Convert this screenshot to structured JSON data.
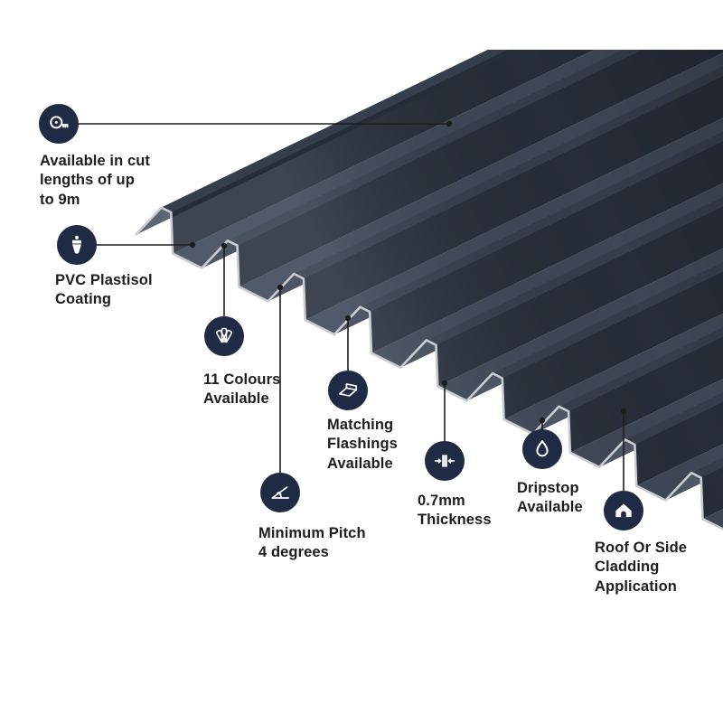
{
  "colors": {
    "background": "#ffffff",
    "badge": "#1f2a44",
    "text": "#1d1d1f",
    "connector": "#1d1d1f",
    "sheet_up_face": "#4e5666",
    "sheet_top_face": "#363d4b",
    "sheet_down_face": "#272d38",
    "sheet_valley_face": "#3f4757",
    "sheet_edge": "#c9ccd1"
  },
  "callouts": [
    {
      "icon": "tape-measure-icon",
      "label": "Available in cut\nlengths of up\nto 9m"
    },
    {
      "icon": "paintbrush-icon",
      "label": "PVC Plastisol\nCoating"
    },
    {
      "icon": "colour-swatches-icon",
      "label": "11 Colours\nAvailable"
    },
    {
      "icon": "flashing-icon",
      "label": "Matching\nFlashings\nAvailable"
    },
    {
      "icon": "pitch-angle-icon",
      "label": "Minimum Pitch\n4 degrees"
    },
    {
      "icon": "thickness-icon",
      "label": "0.7mm\nThickness"
    },
    {
      "icon": "water-drop-icon",
      "label": "Dripstop\nAvailable"
    },
    {
      "icon": "house-icon",
      "label": "Roof Or Side\nCladding\nApplication"
    }
  ]
}
